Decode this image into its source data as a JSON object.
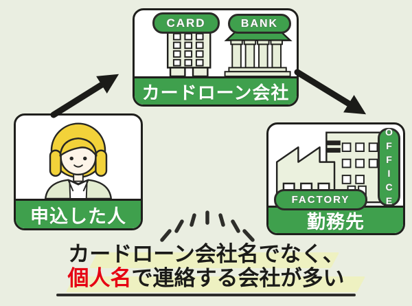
{
  "colors": {
    "background": "#eaeee1",
    "accent_green": "#3fa04d",
    "outline": "#1f1f1c",
    "caption_emphasis_red": "#e60012",
    "caption_highlight": "#eef1c1",
    "building_fill": "#ebf1de"
  },
  "nodes": {
    "company": {
      "label": "カードローン会社",
      "signs": {
        "card": "CARD",
        "bank": "BANK"
      }
    },
    "applicant": {
      "label": "申込した人"
    },
    "workplace": {
      "label": "勤務先",
      "signs": {
        "office": "OFFICE",
        "factory": "FACTORY"
      }
    }
  },
  "caption": {
    "line1": "カードローン会社名でなく、",
    "line2_emphasis": "個人名",
    "line2_rest": "で連絡する会社が多い"
  }
}
